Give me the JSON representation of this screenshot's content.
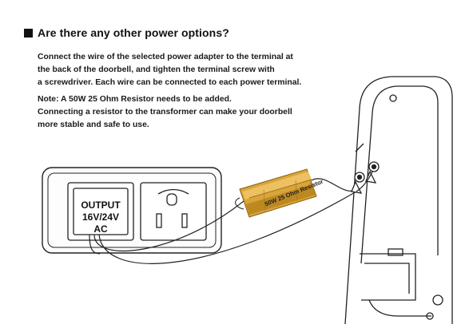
{
  "section": {
    "title": "Are there any other power options?"
  },
  "instructions": {
    "lines": [
      "Connect the wire of the selected power adapter to the terminal at",
      "the back of the doorbell, and tighten the terminal screw with",
      "a screwdriver. Each wire can be connected to each power terminal."
    ]
  },
  "note": {
    "lines": [
      "Note: A 50W 25 Ohm Resistor needs to be added.",
      "Connecting a resistor to the transformer can make your doorbell",
      "more stable and safe to use."
    ]
  },
  "illustration": {
    "adapter_label_line1": "OUTPUT",
    "adapter_label_line2": "16V/24V AC",
    "resistor_label": "50W 25 Ohm Resistor"
  },
  "colors": {
    "resistor_gold": "#d9a43a",
    "line_art": "#222222"
  }
}
